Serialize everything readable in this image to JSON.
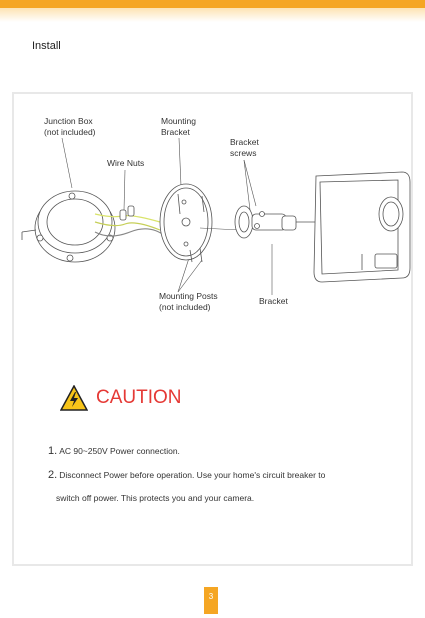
{
  "section_title": "Install",
  "diagram_labels": {
    "junction_box_line1": "Junction Box",
    "junction_box_line2": "(not included)",
    "wire_nuts": "Wire Nuts",
    "mounting_bracket_line1": "Mounting",
    "mounting_bracket_line2": "Bracket",
    "bracket_screws_line1": "Bracket",
    "bracket_screws_line2": "screws",
    "mounting_posts_line1": "Mounting Posts",
    "mounting_posts_line2": "(not included)",
    "bracket": "Bracket"
  },
  "caution": {
    "title": "CAUTION",
    "icon": "warning-lightning-icon"
  },
  "instructions": [
    {
      "num": "1.",
      "text": "AC 90~250V Power connection."
    },
    {
      "num": "2.",
      "text": "Disconnect Power before operation. Use your home's circuit breaker to",
      "continuation": "switch off power. This protects you and your camera."
    }
  ],
  "page_number": "3",
  "colors": {
    "accent": "#f5a623",
    "caution": "#e53935"
  }
}
